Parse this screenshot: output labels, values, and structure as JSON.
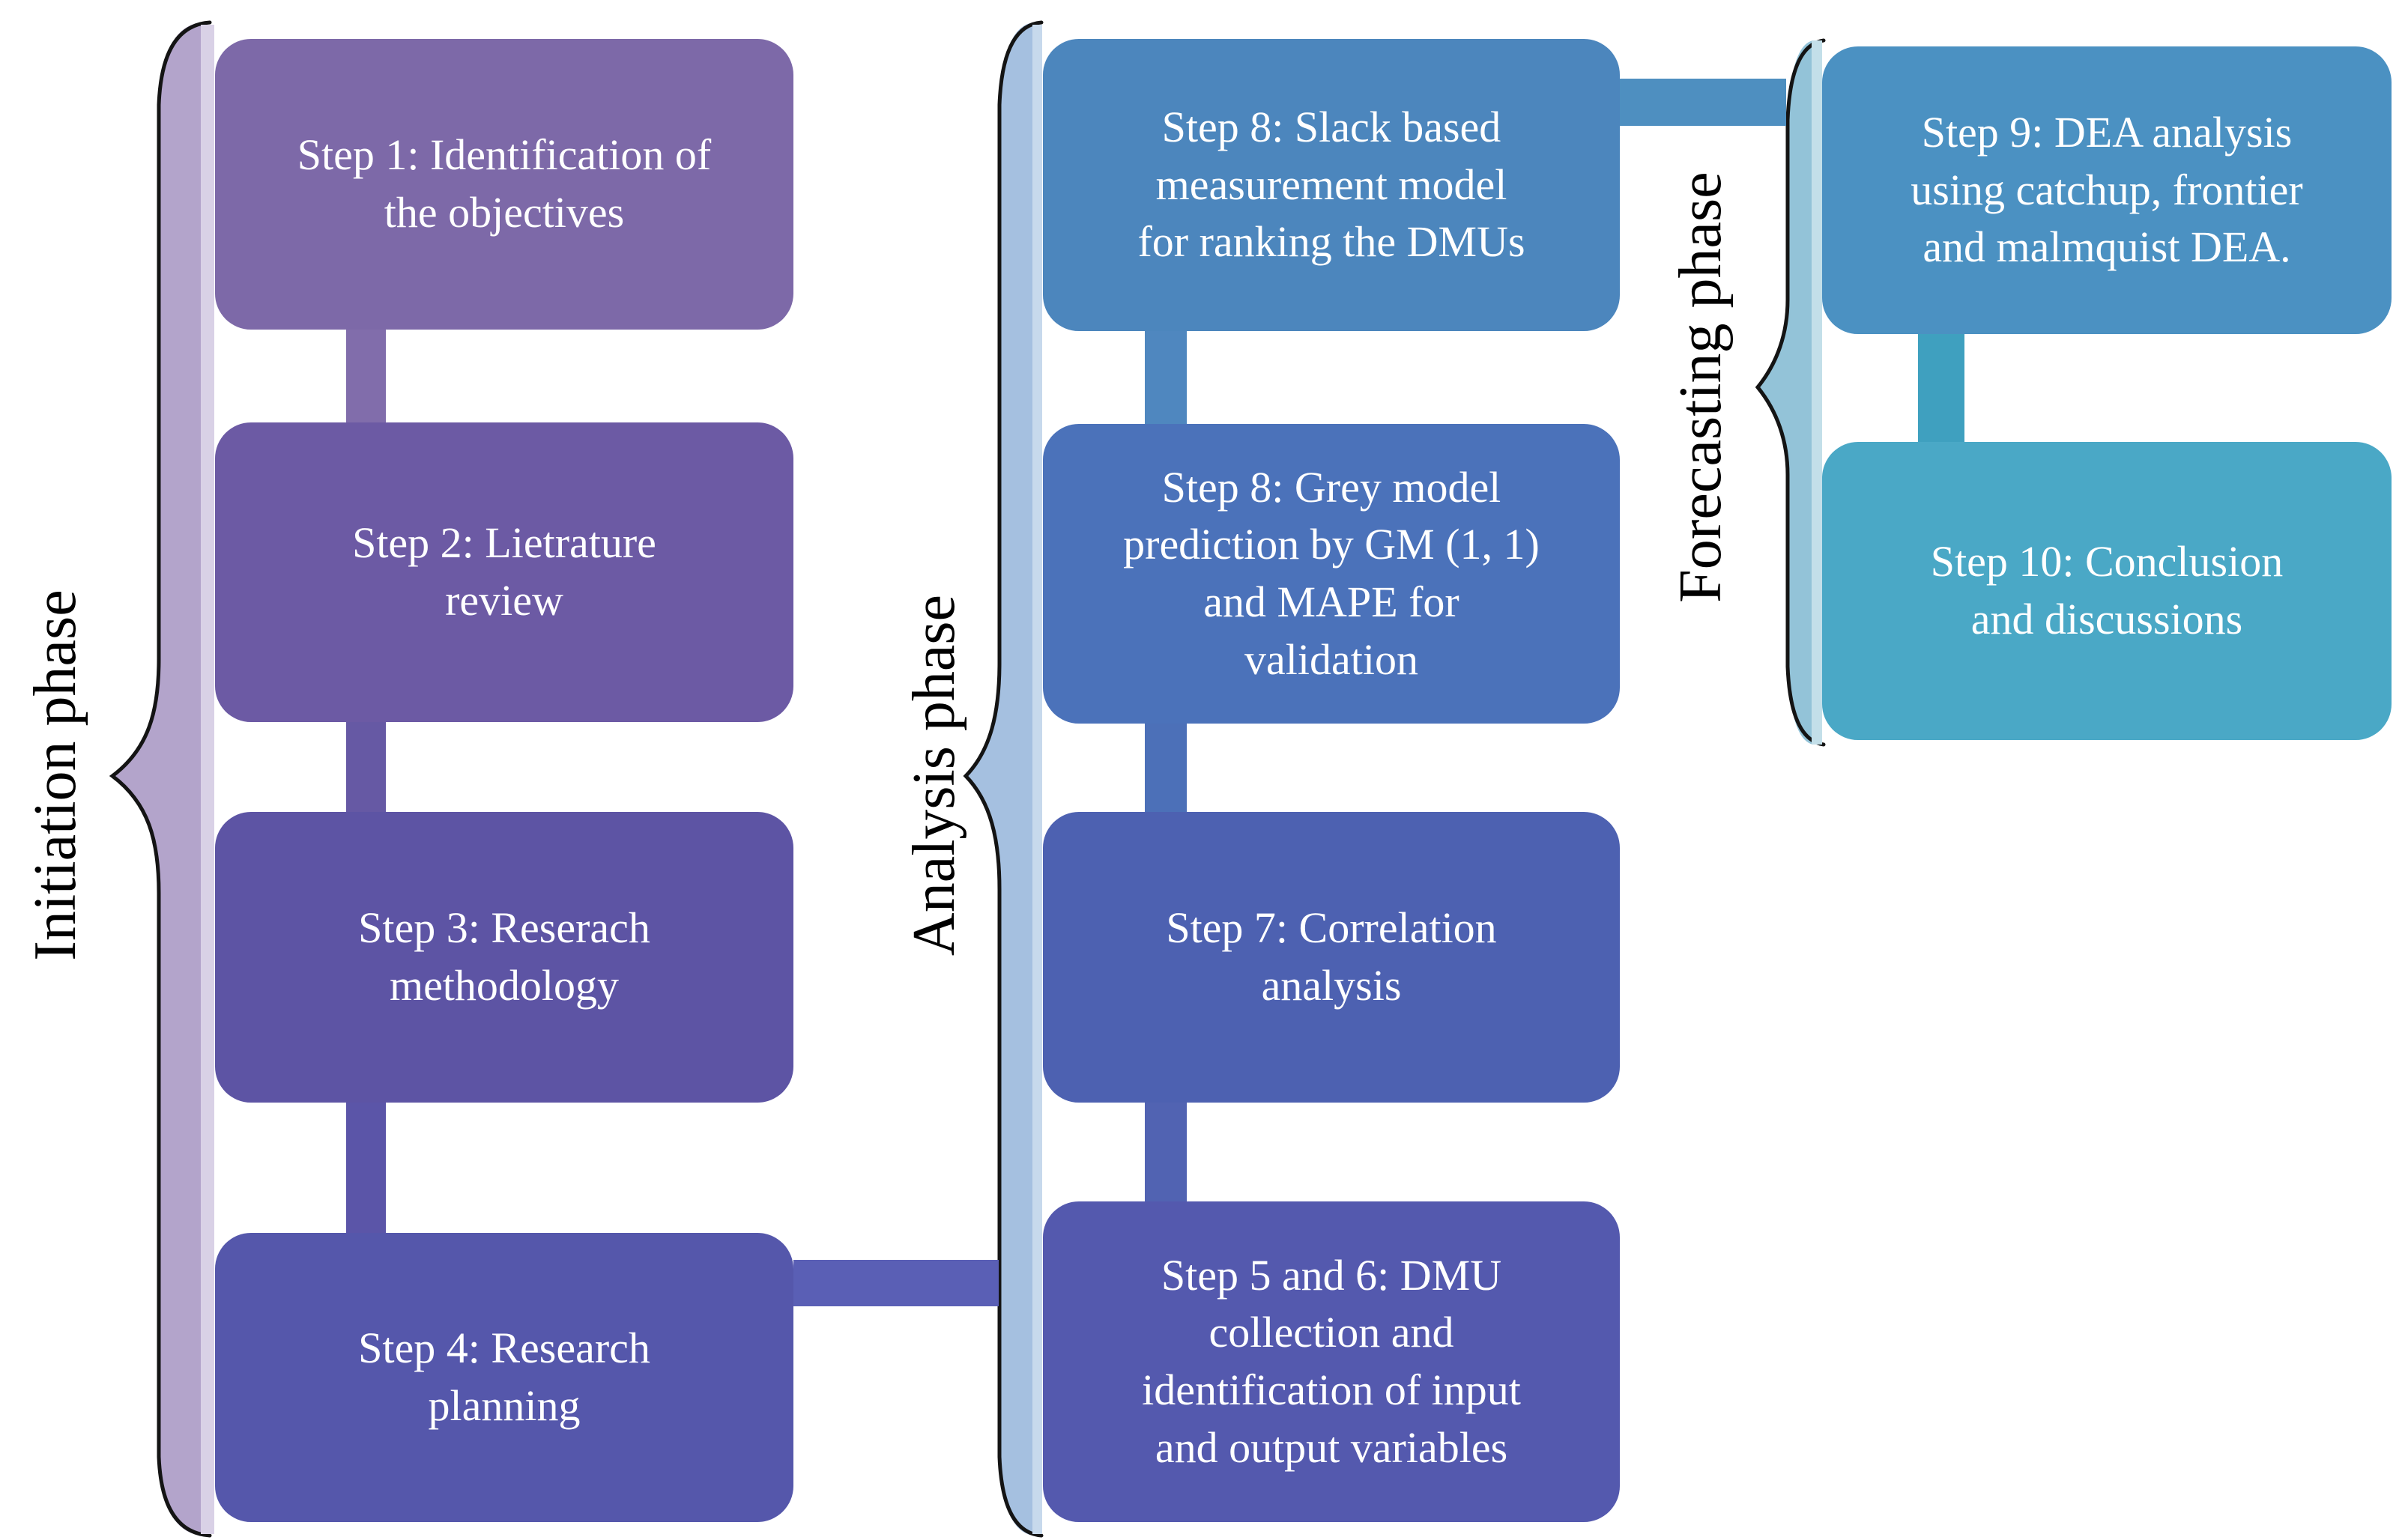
{
  "diagram": {
    "title_hint": "Research methodology flow diagram",
    "text_color": "#ffffff",
    "outline_color": "#141414",
    "phases": {
      "initiation": {
        "label": "Initiation phase",
        "brace_fill": "#b3a4cb",
        "strip_fill": "#d9d1e6"
      },
      "analysis": {
        "label": "Analysis phase",
        "brace_fill": "#a5c0e0",
        "strip_fill": "#c7d9ec"
      },
      "forecasting": {
        "label": "Forecasting phase",
        "brace_fill": "#93c3d8",
        "strip_fill": "#c3dfe9"
      }
    },
    "boxes": {
      "step1": {
        "label": "Step 1: Identification of\nthe objectives",
        "bg": "#7d69a8"
      },
      "step2": {
        "label": "Step 2: Lietrature\nreview",
        "bg": "#6c5aa4"
      },
      "step3": {
        "label": "Step 3: Reserach\nmethodology",
        "bg": "#5d54a4"
      },
      "step4": {
        "label": "Step 4: Research\nplanning",
        "bg": "#5557ab"
      },
      "step8_sbm": {
        "label": "Step 8: Slack based\nmeasurement model\nfor ranking the DMUs",
        "bg": "#4c86bd"
      },
      "step8_grey": {
        "label": "Step 8: Grey model\nprediction by GM (1, 1)\nand MAPE for\nvalidation",
        "bg": "#4b72ba"
      },
      "step7": {
        "label": "Step 7: Correlation\nanalysis",
        "bg": "#4d61b1"
      },
      "step5_6": {
        "label": "Step 5 and 6: DMU\ncollection and\nidentification of input\nand output variables",
        "bg": "#5459ae"
      },
      "step9": {
        "label": "Step 9: DEA analysis\nusing catchup, frontier\nand malmquist DEA.",
        "bg": "#4b91c2"
      },
      "step10": {
        "label": "Step 10: Conclusion\nand discussions",
        "bg": "#4aa8c6"
      }
    },
    "connectors": {
      "left_v1": "#816dab",
      "left_v2": "#6659a4",
      "left_v3": "#5b55a8",
      "h_left_to_mid": "#5a5fb5",
      "mid_v1": "#4f87bf",
      "mid_v2": "#4c70b8",
      "mid_v3": "#5163b2",
      "h_mid_to_right": "#4e8fc0",
      "right_v1": "#3fa0bf"
    }
  }
}
